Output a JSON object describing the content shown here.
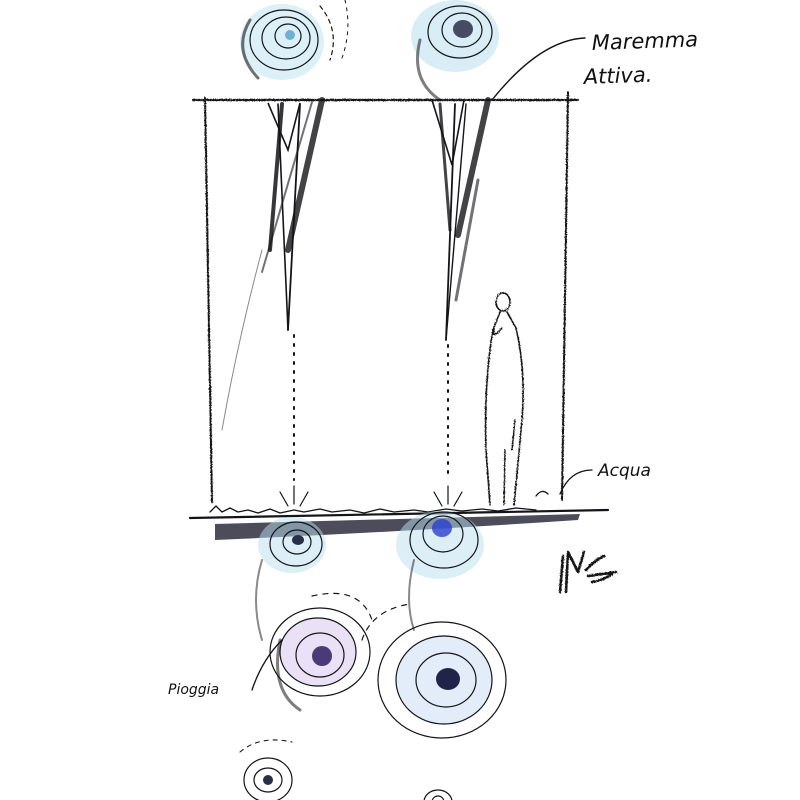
{
  "annotations": {
    "top_right_line1": "Maremma",
    "top_right_line2": "Attiva.",
    "ground_right": "Acqua",
    "bottom_left": "Pioggia"
  },
  "signature": "MC",
  "colors": {
    "ink": "#141418",
    "cyan_pencil": "#5fb8dc",
    "blue_pencil": "#2a3fd0",
    "violet_pencil": "#7a4ab8",
    "ground_slab": "#3a3848"
  }
}
